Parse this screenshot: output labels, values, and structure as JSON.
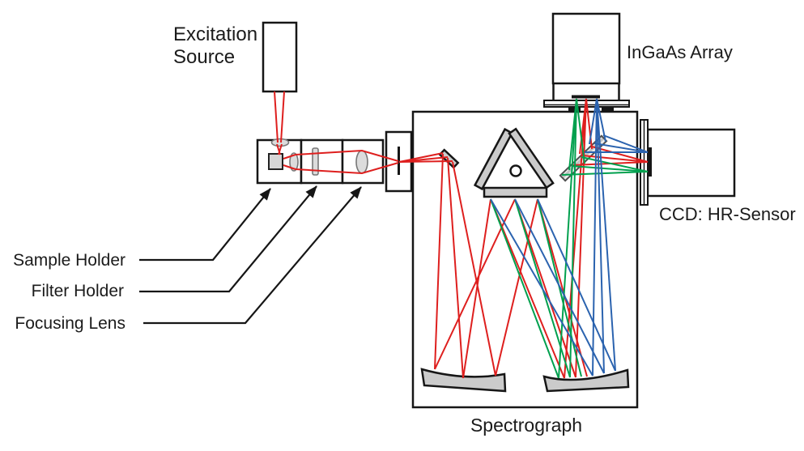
{
  "labels": {
    "excitation_source": "Excitation Source",
    "sample_holder": "Sample Holder",
    "filter_holder": "Filter Holder",
    "focusing_lens": "Focusing Lens",
    "ingaas_array": "InGaAs Array",
    "ccd_sensor": "CCD: HR-Sensor",
    "spectrograph": "Spectrograph"
  },
  "colors": {
    "beam_red": "#DE1F1E",
    "beam_green": "#00A04E",
    "beam_blue": "#2B63AF",
    "component_fill": "#CBCBCB",
    "lens_fill": "#DCDCDC",
    "outline": "#161616"
  }
}
